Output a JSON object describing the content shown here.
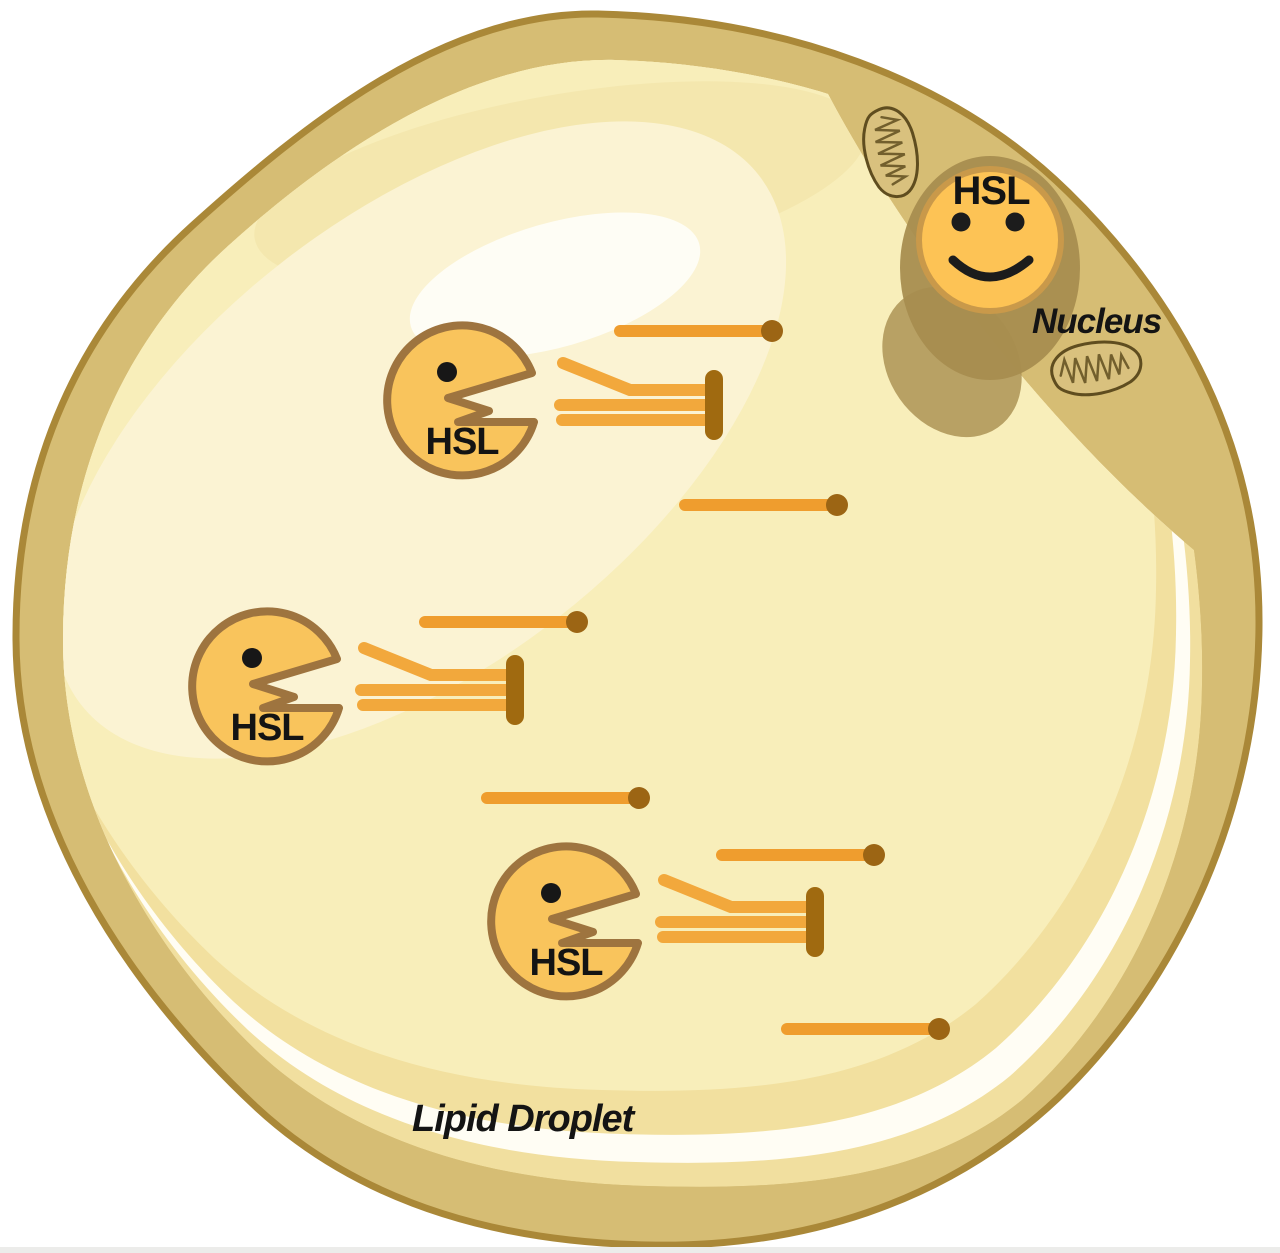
{
  "figure": {
    "type": "cell-diagram",
    "description": "Adipocyte (fat cell) cartoon: HSL enzymes depicted as Pac-Man faces digesting triglycerides of the lipid droplet into free fatty acids; nucleus drawn as smiley face; two mitochondria in the cytoplasm",
    "labels": {
      "hsl": "HSL",
      "nucleus": "Nucleus",
      "lipid_droplet": "Lipid Droplet"
    },
    "nucleus": {
      "label": "HSL",
      "caption": "Nucleus"
    },
    "enzymes": [
      {
        "label": "HSL"
      },
      {
        "label": "HSL"
      },
      {
        "label": "HSL"
      }
    ],
    "droplet": {
      "caption": "Lipid Droplet"
    },
    "counts": {
      "hsl_enzymes": 3,
      "triglycerides": 3,
      "free_fatty_acids": 6,
      "mitochondria": 2
    },
    "colors": {
      "membrane": "#d6bd74",
      "membrane_stroke": "#aa8838",
      "droplet_base": "#f8eeba",
      "droplet_rim_gold": "#f1df9f",
      "droplet_rim_white": "#fffdf4",
      "highlight_cream": "#fbf3d3",
      "highlight_white": "#fefdf5",
      "enzyme_fill": "#f9c45c",
      "enzyme_stroke": "#9e743f",
      "nucleus_fill": "#fdc355",
      "nucleus_stroke": "#c9994a",
      "nucleus_shadow": "#a88d4f",
      "fatty_acid_line": "#ef9d2e",
      "fatty_acid_head": "#9c6514",
      "triglyceride_tail": "#f2a83c",
      "glycerol_bar": "#a06a10",
      "mitochondria_outline": "#5f4d1f",
      "text": "#141414",
      "bottom_strip": "#ececea"
    }
  }
}
